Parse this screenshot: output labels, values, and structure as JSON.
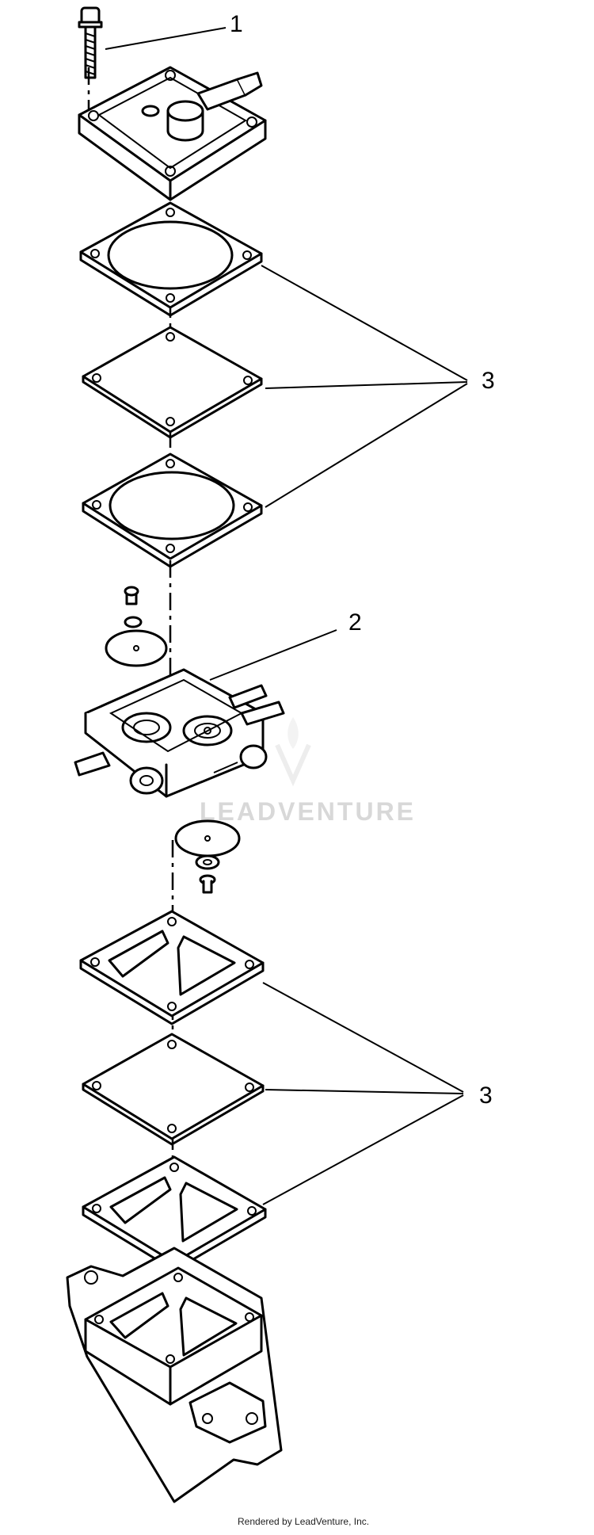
{
  "callouts": {
    "c1": "1",
    "c2": "2",
    "c3_upper": "3",
    "c3_lower": "3"
  },
  "watermark": "LEADVENTURE",
  "footer": "Rendered by LeadVenture, Inc."
}
